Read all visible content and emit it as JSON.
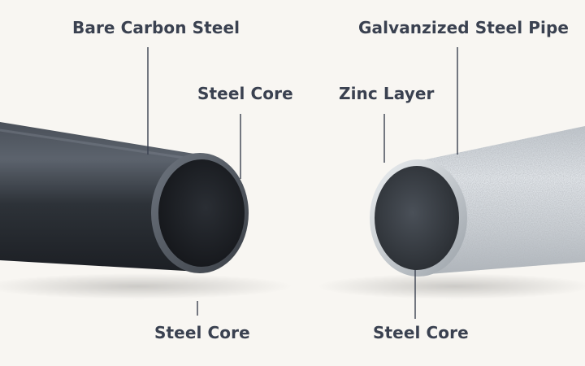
{
  "labels": {
    "bare_carbon_steel": "Bare Carbon Steel",
    "steel_core_right_of_black": "Steel Core",
    "steel_core_below_black": "Steel Core",
    "galvanized_steel_pipe": "Galvanzized Steel Pipe",
    "zinc_layer": "Zinc Layer",
    "steel_core_below_galvanized": "Steel Core"
  },
  "colors": {
    "background": "#f8f6f2",
    "label_text": "#3a4150",
    "leader_line": "#3a4150",
    "black_pipe": "#30353d",
    "galvanized_pipe": "#d4d8dc"
  }
}
